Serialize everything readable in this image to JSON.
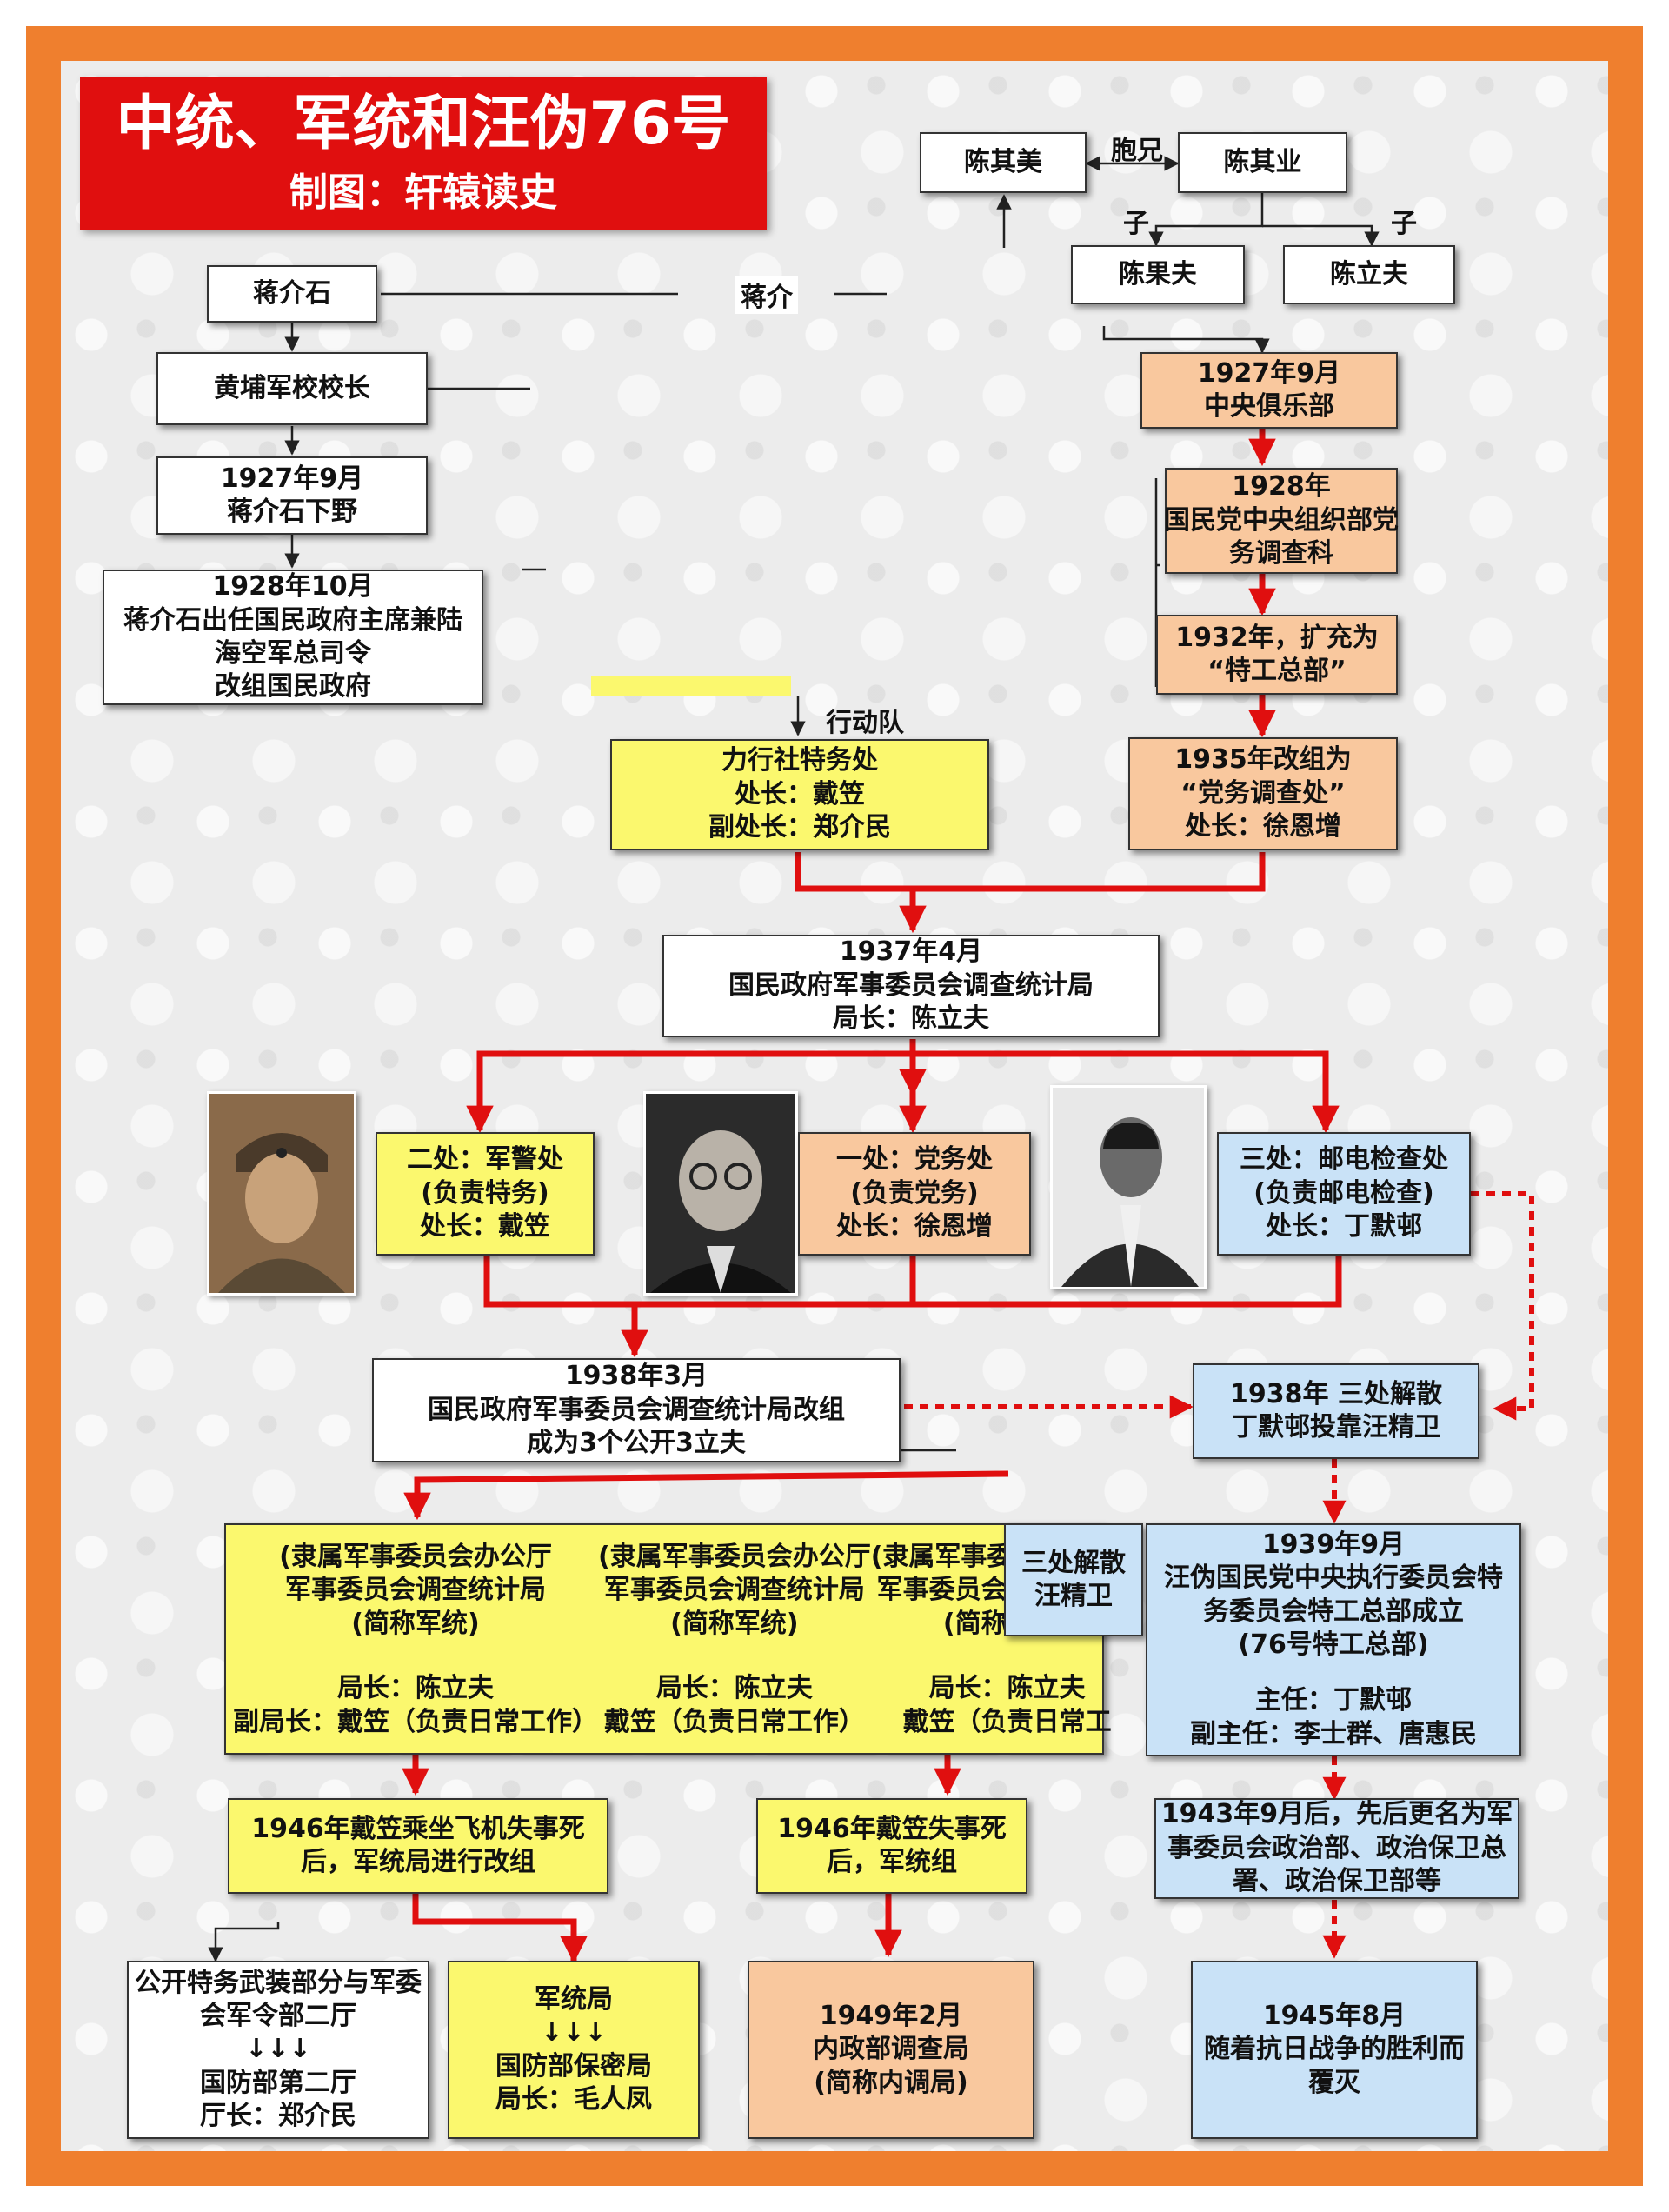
{
  "title": {
    "main": "中统、军统和汪伪76号",
    "author": "制图：轩辕读史"
  },
  "family": {
    "chen_qimei": "陈其美",
    "chen_qiye": "陈其业",
    "brothers_label": "胞兄",
    "chen_guofu": "陈果夫",
    "chen_lifu": "陈立夫",
    "son_label_1": "子",
    "son_label_2": "子"
  },
  "chiang": {
    "name": "蒋介石",
    "partial_label": "蒋介",
    "whampoa": "黄埔军校校长",
    "resign": [
      "1927年9月",
      "蒋介石下野"
    ],
    "chair": [
      "1928年10月",
      "蒋介石出任国民政府主席兼陆",
      "海空军总司令",
      "改组国民政府"
    ]
  },
  "cc_line": {
    "club": [
      "1927年9月",
      "中央俱乐部"
    ],
    "org_dept": [
      "1928年",
      "国民党中央组织部党",
      "务调查科"
    ],
    "special": [
      "1932年，扩充为",
      "“特工总部”"
    ],
    "party_office": [
      "1935年改组为",
      "“党务调查处”",
      "处长：徐恩增"
    ]
  },
  "lixingshe": {
    "above_label": "行动队",
    "lines": [
      "力行社特务处",
      "处长：戴笠",
      "副处长：郑介民"
    ]
  },
  "bureau_1937": [
    "1937年4月",
    "国民政府军事委员会调查统计局",
    "局长：陈立夫"
  ],
  "divisions": {
    "second": [
      "二处：军警处",
      "(负责特务)",
      "处长：戴笠"
    ],
    "first": [
      "一处：党务处",
      "(负责党务)",
      "处长：徐恩增"
    ],
    "third": [
      "三处：邮电检查处",
      "(负责邮电检查)",
      "处长：丁默邨"
    ]
  },
  "photos": {
    "dai_li": "portrait-military",
    "xu_enzeng": "portrait-glasses",
    "ding_mocun": "portrait-suit"
  },
  "reorg_1938": [
    "1938年3月",
    "国民政府军事委员会调查统计局改组",
    "成为3个公开3立夫"
  ],
  "disband_1938": [
    "1938年 三处解散",
    "丁默邨投靠汪精卫"
  ],
  "bureaus_1938": {
    "col1": [
      "(隶属军事委员会办公厅",
      "军事委员会调查统计局",
      "(简称军统)",
      "",
      "局长：陈立夫",
      "副局长：戴笠（负责日常工作）"
    ],
    "col2": [
      "(隶属军事委员会办公厅",
      "军事委员会调查统计局",
      "(简称军统)",
      "",
      "局长：陈立夫",
      "戴笠（负责日常工作）"
    ],
    "col3": [
      "(隶属军事委员会办公厅",
      "军事委员会调查统计局",
      "(简称军统)",
      "",
      "局长：陈立夫",
      "戴笠（负责日常工"
    ],
    "third_overlay": [
      "三处解散",
      "汪精卫"
    ]
  },
  "wang_76": [
    "1939年9月",
    "汪伪国民党中央执行委员会特",
    "务委员会特工总部成立",
    "(76号特工总部)",
    "",
    "主任：丁默邨",
    "副主任：李士群、唐惠民"
  ],
  "after_1946_a": [
    "1946年戴笠乘坐飞机失事死",
    "后，军统局进行改组"
  ],
  "after_1946_b": [
    "1946年戴笠失事死",
    "后，军统组"
  ],
  "rename_1943": [
    "1943年9月后，先后更名为军",
    "事委员会政治部、政治保卫总",
    "署、政治保卫部等"
  ],
  "defense_2nd": [
    "公开特务武装部分与军委",
    "会军令部二厅",
    "↓↓↓",
    "国防部第二厅",
    "厅长：郑介民"
  ],
  "secrecy": [
    "军统局",
    "↓↓↓",
    "国防部保密局",
    "局长：毛人凤"
  ],
  "interior_1949": [
    "1949年2月",
    "内政部调查局",
    "(简称内调局)"
  ],
  "end_1945": [
    "1945年8月",
    "随着抗日战争的胜利而",
    "覆灭"
  ],
  "colors": {
    "frame": "#ef7f2e",
    "title": "#e00f0f",
    "arrow_red": "#e00f0f",
    "white_box": "#ffffff",
    "orange_box": "#f9c89e",
    "yellow_box": "#fbf86e",
    "blue_box": "#c9e2f7"
  }
}
